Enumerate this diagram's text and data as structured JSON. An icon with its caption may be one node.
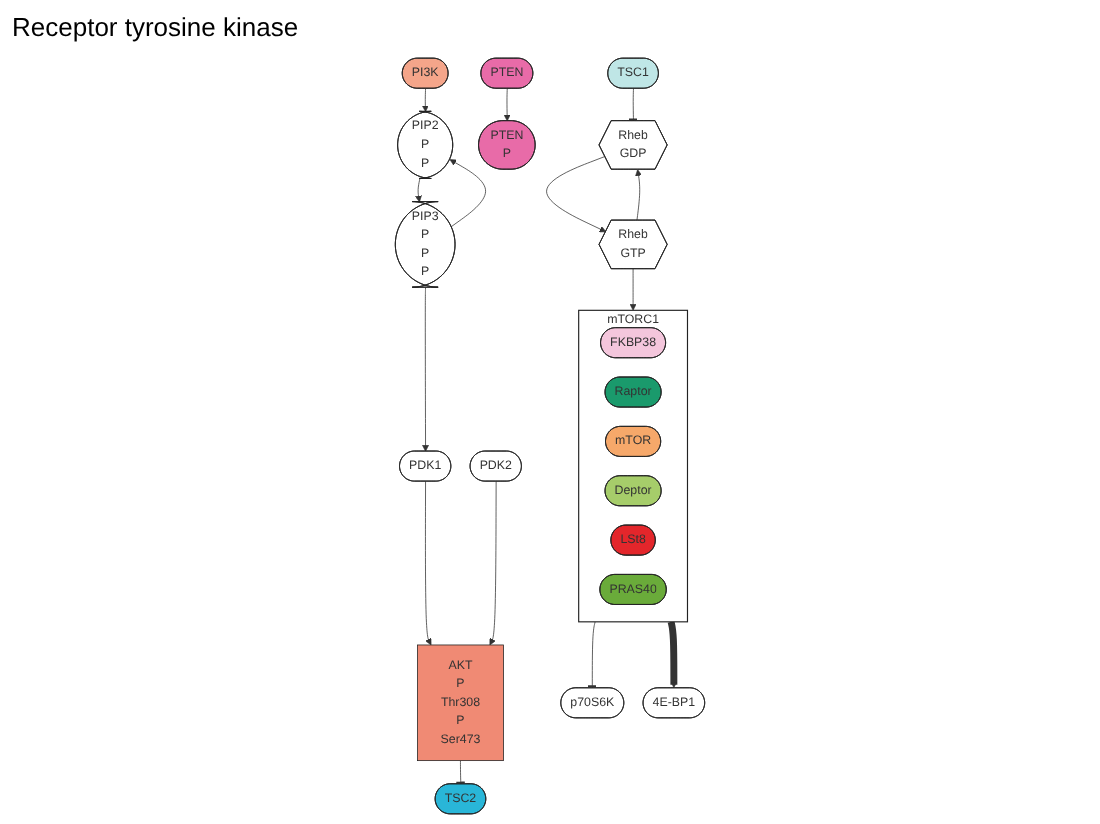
{
  "diagram": {
    "nodes": [
      {
        "text": [
          "PI3K"
        ]
      },
      {
        "text": [
          "PIP2",
          "P",
          "P"
        ]
      },
      {
        "text": [
          "PIP3",
          "P",
          "P",
          "P"
        ]
      },
      {
        "text": [
          "PTEN",
          "P"
        ]
      },
      {
        "text": [
          "PTEN"
        ]
      },
      {
        "text": [
          "PDK1"
        ]
      },
      {
        "text": [
          "TSC2"
        ]
      },
      {
        "text": [
          "TSC1"
        ]
      },
      {
        "text": [
          "AKT",
          "P",
          "Thr308",
          "P",
          "Ser473"
        ]
      },
      {
        "text": [
          "PDK2"
        ]
      },
      {
        "text": [
          "Rheb",
          "GDP"
        ]
      },
      {
        "text": [
          "Rheb",
          "GTP"
        ]
      },
      {
        "text": [
          "mTORC1"
        ]
      },
      {
        "text": [
          "FKBP38"
        ],
        "in": 12
      },
      {
        "text": [
          "Raptor"
        ],
        "in": 12
      },
      {
        "text": [
          "mTOR"
        ],
        "in": 12
      },
      {
        "text": [
          "Deptor"
        ],
        "in": 12
      },
      {
        "text": [
          "LSt8"
        ],
        "in": 12
      },
      {
        "text": [
          "PRAS40"
        ],
        "in": 12
      },
      {
        "text": [
          "p70S6K"
        ]
      },
      {
        "text": [
          "4E-BP1"
        ]
      }
    ],
    "edges": [
      {
        "from": 0,
        "to": 1,
        "arrow": "to"
      },
      {
        "from": 1,
        "to": 2,
        "arrow": "to"
      },
      {
        "from": 2,
        "to": 1,
        "arrow": "to"
      },
      {
        "from": 4,
        "to": 3,
        "arrow": "to"
      },
      {
        "from": 2,
        "to": 5,
        "arrow": "to"
      },
      {
        "from": 5,
        "to": 8,
        "arrow": "to"
      },
      {
        "from": 8,
        "to": 6,
        "arrow": "other"
      },
      {
        "from": 9,
        "to": 8,
        "arrow": "to"
      },
      {
        "from": 7,
        "to": 10,
        "arrow": "other"
      },
      {
        "from": 10,
        "to": 11,
        "arrow": "to"
      },
      {
        "from": 11,
        "to": 10,
        "arrow": "to"
      },
      {
        "from": 11,
        "to": 12,
        "arrow": "to"
      },
      {
        "from": 12,
        "to": 19,
        "arrow": "other"
      },
      {
        "from": 12,
        "to": 20,
        "arrow": "to",
        "style": "thick"
      }
    ],
    "labels": [
      "Receptor tyrosine kinase"
    ]
  }
}
